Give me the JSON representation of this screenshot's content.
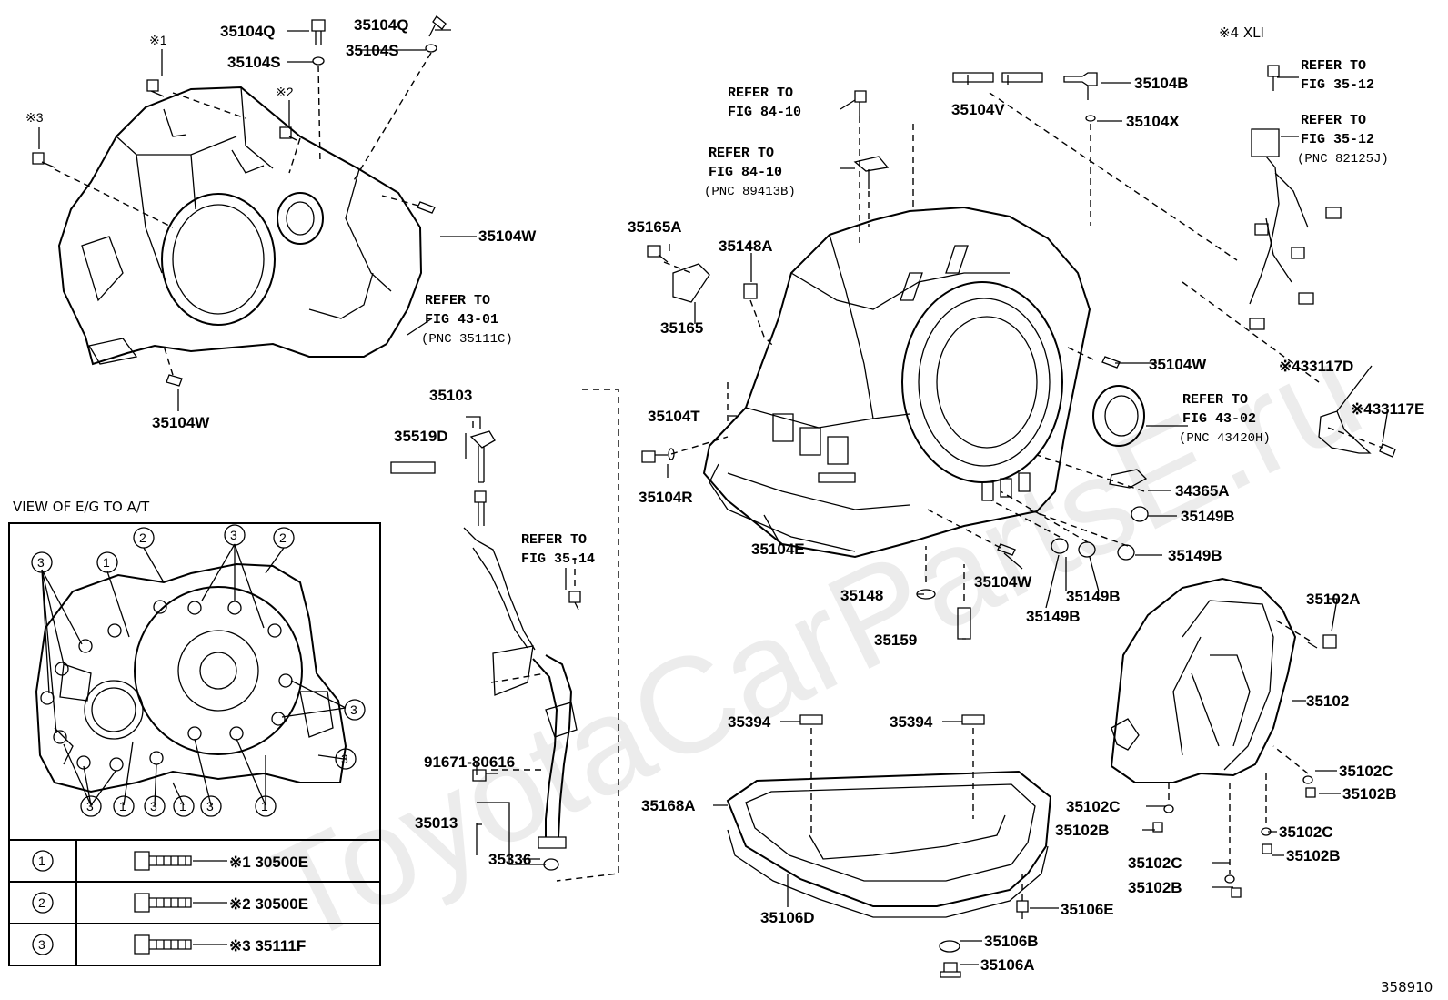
{
  "watermark": "ToyotaCarPartsE.ru",
  "diagram_id": "358910",
  "view_title": "VIEW OF E/G TO A/T",
  "xli_note": "※4 XLI",
  "labels": {
    "p35104Q_a": "35104Q",
    "p35104Q_b": "35104Q",
    "p35104S_a": "35104S",
    "p35104S_b": "35104S",
    "m1": "※1",
    "m2": "※2",
    "m3": "※3",
    "p35104W_a": "35104W",
    "p35104W_b": "35104W",
    "p35104W_c": "35104W",
    "p35104W_d": "35104W",
    "p35104V": "35104V",
    "p35104B": "35104B",
    "p35104X": "35104X",
    "p35165A": "35165A",
    "p35148A": "35148A",
    "p35165": "35165",
    "p35103": "35103",
    "p35519D": "35519D",
    "p35104T": "35104T",
    "p35104R": "35104R",
    "p35104E": "35104E",
    "p35148": "35148",
    "p35159": "35159",
    "p35149B_a": "35149B",
    "p35149B_b": "35149B",
    "p35149B_c": "35149B",
    "p35149B_d": "35149B",
    "p34365A": "34365A",
    "p433117D": "※433117D",
    "p433117E": "※433117E",
    "p35102A": "35102A",
    "p35102": "35102",
    "p35102C_a": "35102C",
    "p35102C_b": "35102C",
    "p35102C_c": "35102C",
    "p35102C_d": "35102C",
    "p35102B_a": "35102B",
    "p35102B_b": "35102B",
    "p35102B_c": "35102B",
    "p35102B_d": "35102B",
    "p91671": "91671-80616",
    "p35013": "35013",
    "p35336": "35336",
    "p35394_a": "35394",
    "p35394_b": "35394",
    "p35168A": "35168A",
    "p35106D": "35106D",
    "p35106E": "35106E",
    "p35106B": "35106B",
    "p35106A": "35106A"
  },
  "refs": {
    "r84_a": [
      "REFER TO",
      "FIG 84-10"
    ],
    "r84_b": [
      "REFER TO",
      "FIG 84-10",
      "(PNC 89413B)"
    ],
    "r43_01": [
      "REFER TO",
      "FIG 43-01",
      "(PNC 35111C)"
    ],
    "r35_14": [
      "REFER TO",
      "FIG 35-14"
    ],
    "r35_12_a": [
      "REFER TO",
      "FIG 35-12"
    ],
    "r35_12_b": [
      "REFER TO",
      "FIG 35-12",
      "(PNC 82125J)"
    ],
    "r43_02": [
      "REFER TO",
      "FIG 43-02",
      "(PNC 43420H)"
    ]
  },
  "callouts": {
    "one": "1",
    "two": "2",
    "three": "3"
  },
  "bolt_table": [
    {
      "key": "1",
      "part": "※1 30500E"
    },
    {
      "key": "2",
      "part": "※2 30500E"
    },
    {
      "key": "3",
      "part": "※3 35111F"
    }
  ]
}
